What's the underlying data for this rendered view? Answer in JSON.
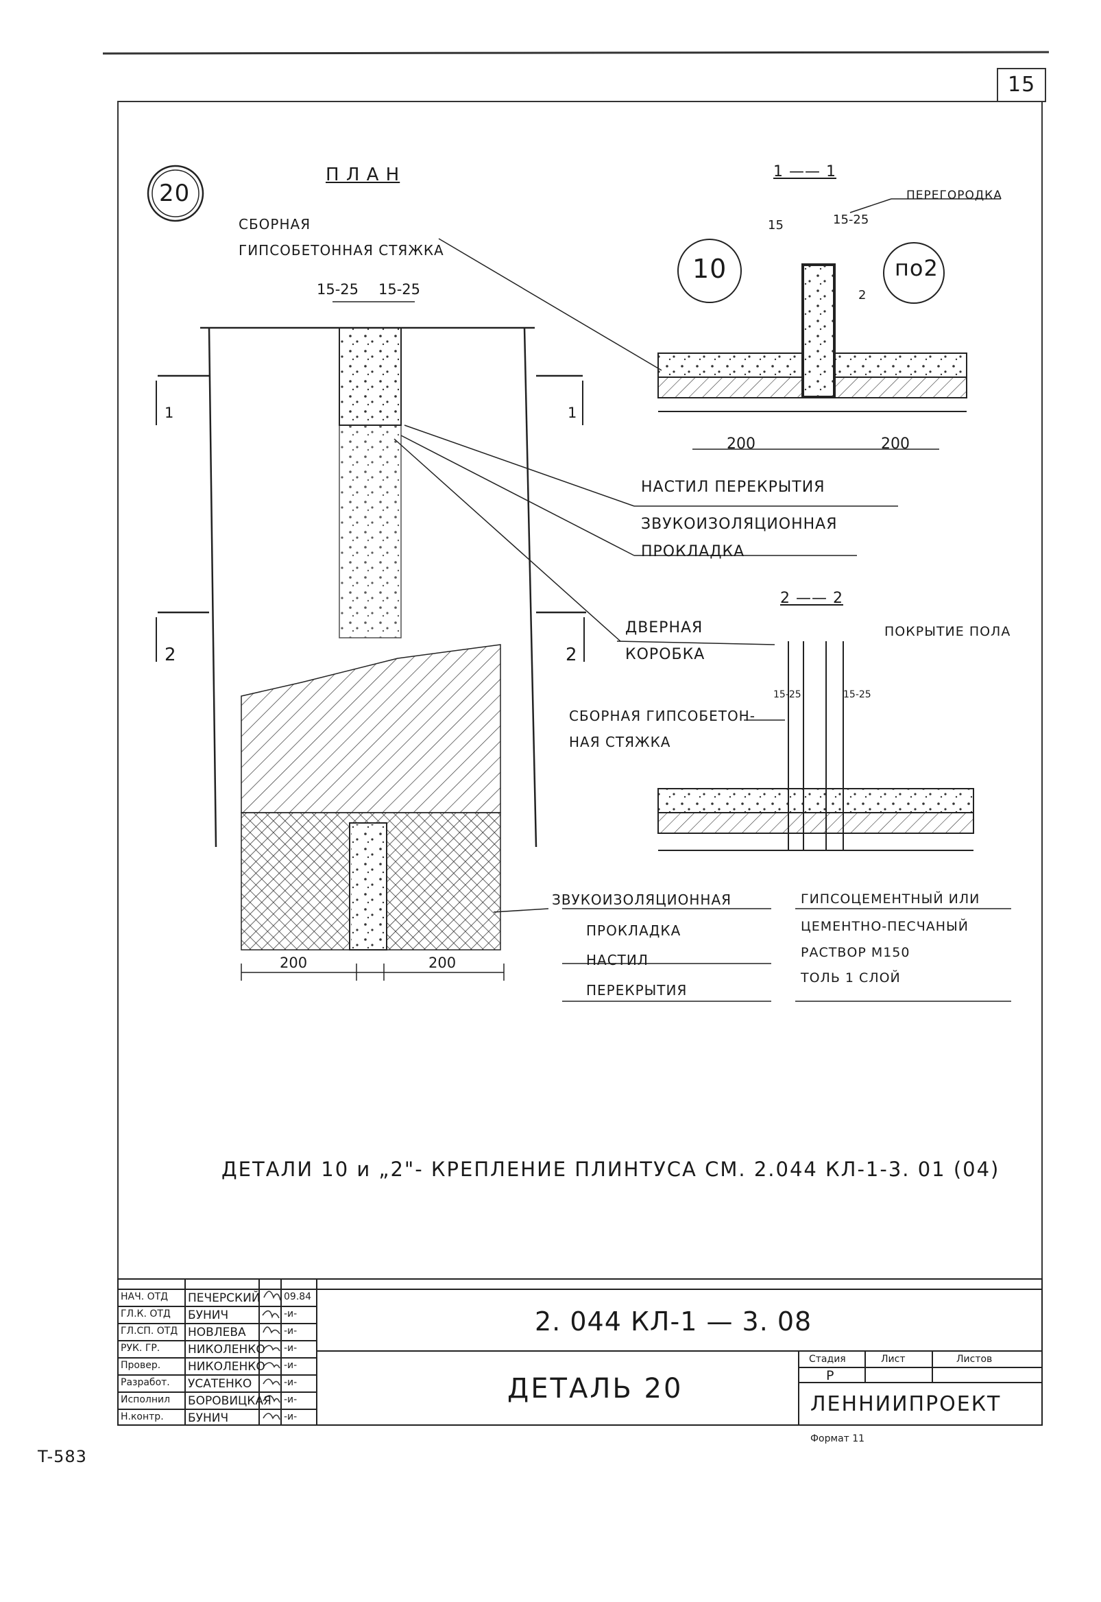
{
  "sheet": {
    "page_number": "15",
    "detail_circle": "20",
    "inventory_number": "T-583",
    "format_label": "Формат 11"
  },
  "plan": {
    "title": "П Л А Н",
    "label_screed": "СБОРНАЯ ГИПСОБЕТОННАЯ СТЯЖКА",
    "dim_gap_left": "15-25",
    "dim_gap_right": "15-25",
    "dim_bottom_left": "200",
    "dim_bottom_right": "200",
    "section_mark_1_left": "1",
    "section_mark_1_right": "1",
    "section_mark_2_left": "2",
    "section_mark_2_right": "2"
  },
  "section_1_1": {
    "title": "1 —— 1",
    "label_partition": "ПЕРЕГОРОДКА",
    "detail_10": "10",
    "detail_po2": "по2",
    "dim_15": "15",
    "dim_15_25": "15-25",
    "dim_2": "2",
    "dim_200_left": "200",
    "dim_200_right": "200"
  },
  "callouts": {
    "floor_slab": "НАСТИЛ ПЕРЕКРЫТИЯ",
    "sound_insulation": "ЗВУКОИЗОЛЯЦИОННАЯ",
    "gasket": "ПРОКЛАДКА",
    "door": "ДВЕРНАЯ",
    "frame": "КОРОБКА"
  },
  "section_2_2": {
    "title": "2 —— 2",
    "label_floor_cover": "ПОКРЫТИЕ ПОЛА",
    "dim_left": "15-25",
    "dim_right": "15-25",
    "label_screed_1": "СБОРНАЯ ГИПСОБЕТОН-",
    "label_screed_2": "НАЯ СТЯЖКА",
    "label_mortar_1": "ГИПСОЦЕМЕНТНЫЙ ИЛИ",
    "label_mortar_2": "ЦЕМЕНТНО-ПЕСЧАНЫЙ",
    "label_mortar_3": "РАСТВОР М150",
    "label_tar": "ТОЛЬ 1 СЛОЙ"
  },
  "plan_bottom_labels": {
    "sound_insulation": "ЗВУКОИЗОЛЯЦИОННАЯ",
    "gasket": "ПРОКЛАДКА",
    "slab_1": "НАСТИЛ",
    "slab_2": "ПЕРЕКРЫТИЯ"
  },
  "note": "ДЕТАЛИ  10 и „2\"- КРЕПЛЕНИЕ ПЛИНТУСА СМ. 2.044 КЛ-1-3. 01 (04)",
  "title_block": {
    "signatures": [
      {
        "role": "НАЧ. ОТД",
        "name": "ПЕЧЕРСКИЙ",
        "date": "09.84"
      },
      {
        "role": "ГЛ.К. ОТД",
        "name": "БУНИЧ",
        "date": "-и-"
      },
      {
        "role": "ГЛ.СП. ОТД",
        "name": "НОВЛЕВА",
        "date": "-и-"
      },
      {
        "role": "РУК. ГР.",
        "name": "НИКОЛЕНКО",
        "date": "-и-"
      },
      {
        "role": "Провер.",
        "name": "НИКОЛЕНКО",
        "date": "-и-"
      },
      {
        "role": "Разработ.",
        "name": "УСАТЕНКО",
        "date": "-и-"
      },
      {
        "role": "Исполнил",
        "name": "БОРОВИЦКАЯ",
        "date": "-и-"
      },
      {
        "role": "Н.контр.",
        "name": "БУНИЧ",
        "date": "-и-"
      }
    ],
    "document_code": "2. 044 КЛ-1 — 3. 08",
    "sheet_title": "ДЕТАЛЬ 20",
    "stage_header": "Стадия",
    "sheet_header": "Лист",
    "sheets_header": "Листов",
    "stage_value": "Р",
    "organization": "ЛЕННИИПРОЕКТ"
  }
}
